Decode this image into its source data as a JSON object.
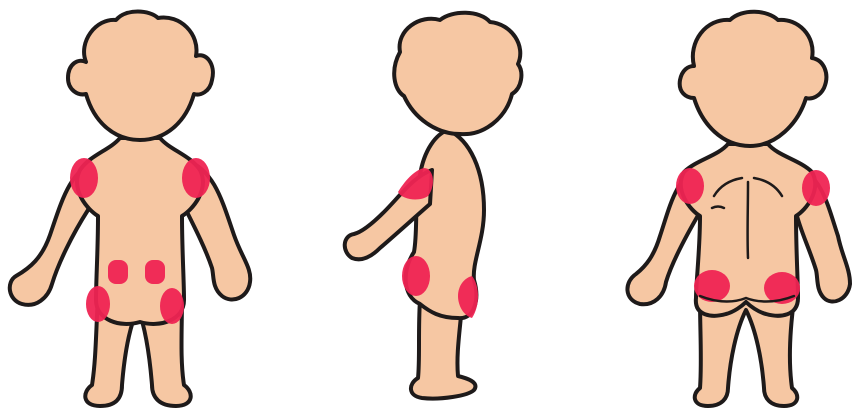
{
  "figures": [
    {
      "view": "front",
      "spot_count": 6
    },
    {
      "view": "side",
      "spot_count": 3
    },
    {
      "view": "back",
      "spot_count": 4
    }
  ],
  "colors": {
    "skin": "#f6c7a3",
    "outline": "#1e1a1a",
    "injection_site": "#ef2453",
    "background": "#ffffff"
  }
}
